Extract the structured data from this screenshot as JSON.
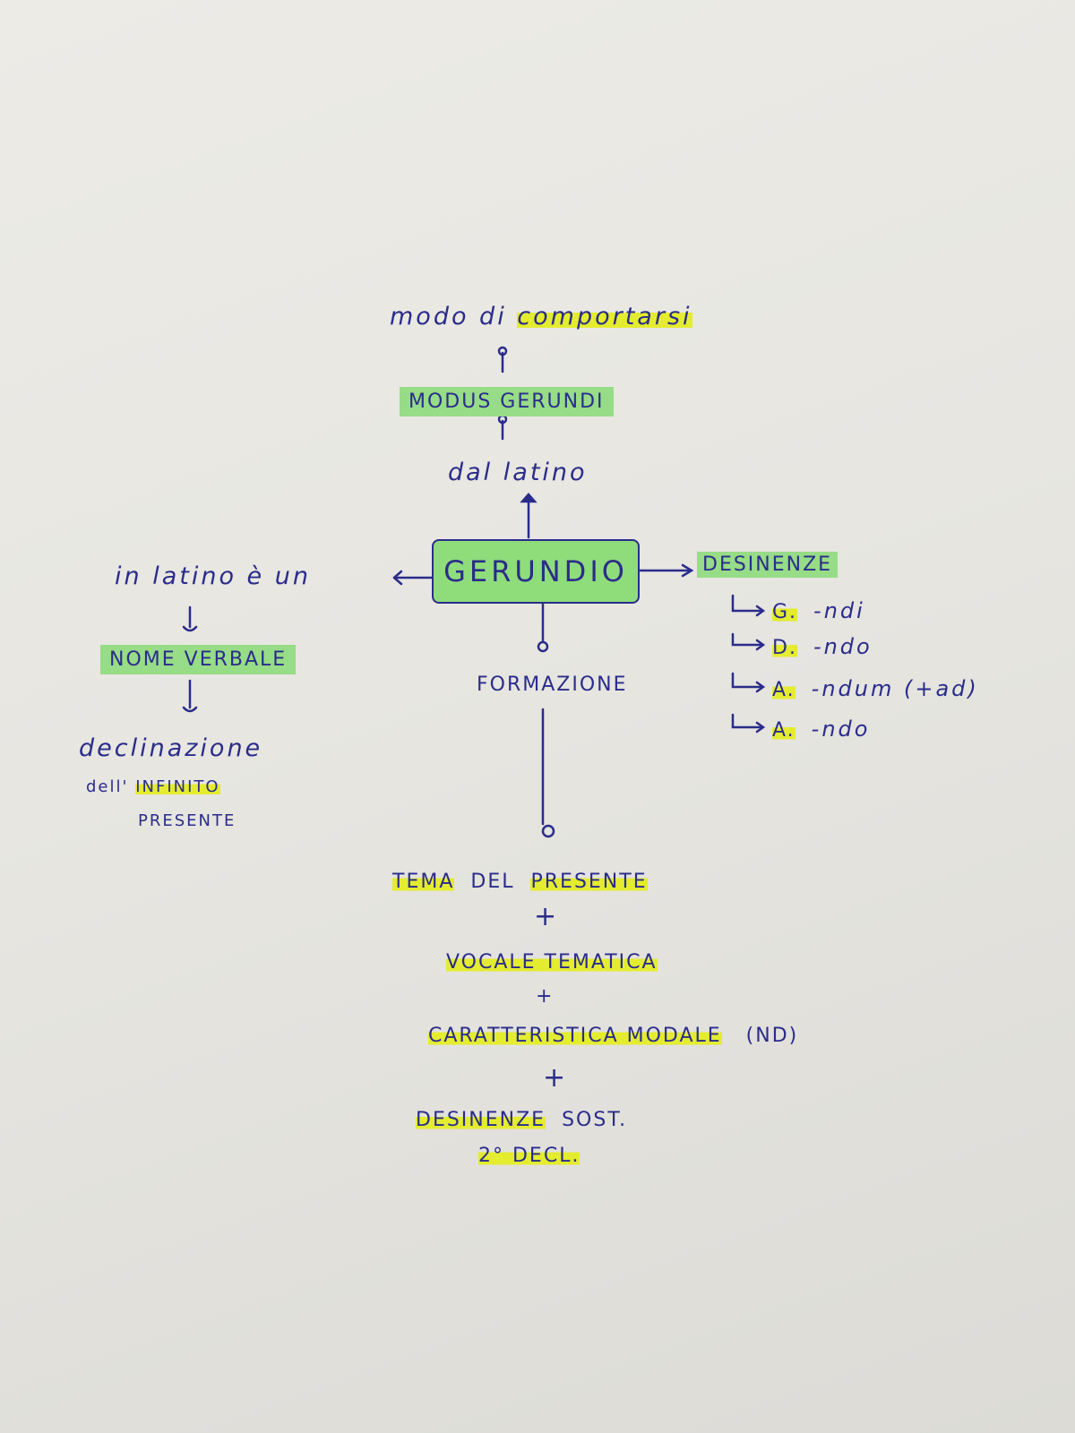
{
  "center": "GERUNDIO",
  "top": {
    "meaning": "modo di comportarsi",
    "latin": "MODUS GERUNDI",
    "origin": "dal latino"
  },
  "left": {
    "intro": "in latino è un",
    "type": "NOME VERBALE",
    "line1": "declinazione",
    "line2a": "dell'",
    "line2b": "INFINITO",
    "line3": "PRESENTE"
  },
  "right": {
    "title": "DESINENZE",
    "items": [
      {
        "case": "G.",
        "ending": "-ndi"
      },
      {
        "case": "D.",
        "ending": "-ndo"
      },
      {
        "case": "A.",
        "ending": "-ndum (+ad)"
      },
      {
        "case": "A.",
        "ending": "-ndo"
      }
    ]
  },
  "bottom": {
    "title": "FORMAZIONE",
    "step1a": "TEMA",
    "step1b": "DEL",
    "step1c": "PRESENTE",
    "plus": "+",
    "step2": "VOCALE TEMATICA",
    "step3a": "CARATTERISTICA MODALE",
    "step3b": "(ND)",
    "step4a": "DESINENZE",
    "step4b": "SOST.",
    "step5": "2° DECL."
  },
  "colors": {
    "ink": "#2a2c8a",
    "green": "#97dc86",
    "yellow": "#e4ec30",
    "paper": "#e8e7e2"
  }
}
